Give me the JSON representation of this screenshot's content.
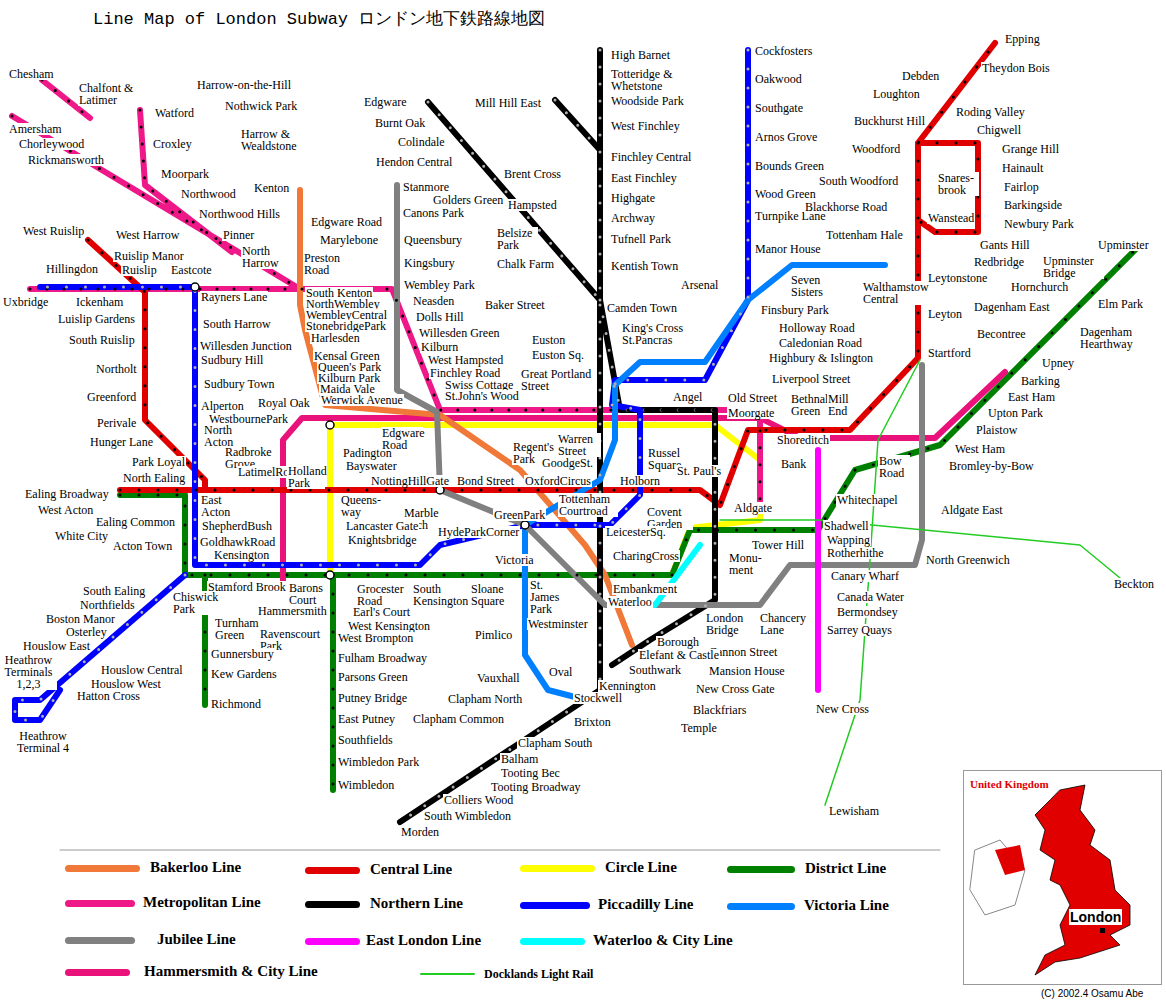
{
  "diagram": {
    "title": "Line Map of London Subway  ロンドン地下鉄路線地図",
    "nodes": [
      {
        "text": [
          "United Kingdom",
          "London"
        ]
      }
    ],
    "labels": [
      "Chesham",
      "Chalfont & Latimer",
      "Watford",
      "Harrow-on-the-Hill",
      "Nothwick Park",
      "Amersham",
      "Chorleywood",
      "Rickmansworth",
      "Croxley",
      "Harrow & Wealdstone",
      "Moorpark",
      "Kenton",
      "Northwood",
      "Northwood Hills",
      "Pinner",
      "North Harrow",
      "West Ruislip",
      "West Harrow",
      "Ruislip Manor",
      "Ruislip",
      "Eastcote",
      "Hillingdon",
      "Uxbridge",
      "Ickenham",
      "Rayners Lane",
      "Luislip Gardens",
      "South Ruislip",
      "Northolt",
      "Greenford",
      "Perivale",
      "Hunger Lane",
      "Park Loyal",
      "North Ealing",
      "Ealing Broadway",
      "West Acton",
      "Ealing Common",
      "White City",
      "Acton Town",
      "South Harrow",
      "Willesden Junction",
      "Sudbury Hill",
      "Sudbury Town",
      "Alperton",
      "Royal Oak",
      "WestbournePark",
      "North Acton",
      "Radbroke Grove",
      "LatimelRoad",
      "Holland Park",
      "East Acton",
      "ShepherdBush",
      "GoldhawkRoad",
      "Kensington",
      "Edgware Road",
      "Marylebone",
      "Preston Road",
      "South Kenton",
      "NorthWembley",
      "WembleyCentral",
      "StonebridgePark",
      "Harlesden",
      "Kensal Green",
      "Queen's Park",
      "Kilburn Park",
      "Maida Vale",
      "Werwick Avenue",
      "Edgware",
      "Burnt Oak",
      "Colindale",
      "Hendon Central",
      "Stanmore",
      "Canons Park",
      "Golders Green",
      "Brent Cross",
      "Hampsted",
      "Queensbury",
      "Kingsbury",
      "Belsize Park",
      "Chalk Farm",
      "Wembley Park",
      "Neasden",
      "Dolls Hill",
      "Willesden Green",
      "Baker Street",
      "Kilburn",
      "West Hampsted",
      "Finchley Road",
      "Swiss Cottage",
      "St.John's Wood",
      "Mill Hill East",
      "High Barnet",
      "Totteridge & Whetstone",
      "Woodside Park",
      "West Finchley",
      "Finchley Central",
      "East Finchley",
      "Highgate",
      "Archway",
      "Tufnell Park",
      "Kentish Town",
      "Camden Town",
      "Euston",
      "Euston Sq.",
      "Great Portland Street",
      "King's Cross St.Pancras",
      "Arsenal",
      "Cockfosters",
      "Oakwood",
      "Southgate",
      "Arnos Grove",
      "Bounds Green",
      "Wood Green",
      "Turnpike Lane",
      "Manor House",
      "Seven Sisters",
      "Finsbury Park",
      "Tottenham Hale",
      "Walthamstow Central",
      "Holloway Road",
      "Caledonian Road",
      "Highbury & Islington",
      "Epping",
      "Theydon Bois",
      "Debden",
      "Loughton",
      "Roding Valley",
      "Chigwell",
      "Buckhurst Hill",
      "Grange Hill",
      "Woodford",
      "Hainault",
      "South Woodford",
      "Snares-brook",
      "Fairlop",
      "Barkingside",
      "Blackhorse Road",
      "Newbury Park",
      "Wanstead",
      "Gants Hill",
      "Redbridge",
      "Leytonstone",
      "Upminster",
      "Upminster Bridge",
      "Hornchurch",
      "Elm Park",
      "Dagenham East",
      "Leyton",
      "Becontree",
      "Dagenham Hearthway",
      "Startford",
      "Upney",
      "Barking",
      "East Ham",
      "Upton Park",
      "Plaistow",
      "West Ham",
      "Bromley-by-Bow",
      "Bow Road",
      "Liverpool Street",
      "Old Street",
      "Moorgate",
      "Bethnal Green",
      "Mill End",
      "Shoreditch",
      "Angel",
      "Bank",
      "Whitechapel",
      "Aldgate",
      "Aldgate East",
      "Shadwell",
      "Wapping",
      "Rotherhithe",
      "Tower Hill",
      "Monu-ment",
      "Canary Wharf",
      "North Greenwich",
      "Canada Water",
      "Bermondsey",
      "Chancery Lane",
      "Sarrey Quays",
      "London Bridge",
      "Cannon Street",
      "Mansion House",
      "New Cross Gate",
      "New Cross",
      "Blackfriars",
      "Temple",
      "Beckton",
      "Lewisham",
      "Regent's Park",
      "Warren Street",
      "GoodgeSt.",
      "Russel Square",
      "St. Paul's",
      "Bond Street",
      "OxfordCircus",
      "Holborn",
      "Tottenham Courtroad",
      "Covent Garden",
      "GreenPark",
      "HydeParkCorner",
      "LeicesterSq.",
      "Victoria",
      "CharingCross",
      "Embankment",
      "Waterloo",
      "Borough",
      "Elefant & Castle",
      "Southwark",
      "Kennington",
      "Oval",
      "Stockwell",
      "Vauxhall",
      "Pimlico",
      "St. James Park",
      "Westminster",
      "Sloane Square",
      "South Kensington",
      "Grocester Road",
      "Earl's Court",
      "West Kensington",
      "West Brompton",
      "Fulham Broadway",
      "Parsons Green",
      "Putney Bridge",
      "East Putney",
      "Clapham Common",
      "Southfields",
      "Wimbledon Park",
      "Wimbledon",
      "Clapham North",
      "Brixton",
      "Clapham South",
      "Balham",
      "Tooting Bec",
      "Tooting Broadway",
      "Colliers Wood",
      "South Wimbledon",
      "Morden",
      "Padington",
      "Bayswater",
      "NottingHillGate",
      "Queens-way",
      "Marble Arch",
      "Lancaster Gate",
      "Knightsbridge",
      "Edgware Road",
      "Stamford Brook",
      "Barons Court",
      "Hammersmith",
      "Chiswick Park",
      "Turnham Green",
      "Ravenscourt Park",
      "Gunnersbury",
      "Kew Gardens",
      "Richmond",
      "South Ealing",
      "Northfields",
      "Boston Manor",
      "Osterley",
      "Houslow East",
      "Heathrow Terminals 1,2,3",
      "Houslow Central",
      "Houslow West",
      "Hatton Cross",
      "Heathrow Terminal 4",
      "(C) 2002.4  Osamu Abe"
    ],
    "legend": [
      {
        "text": "Bakerloo Line",
        "color": "#f07838"
      },
      {
        "text": "Central Line",
        "color": "#e00000"
      },
      {
        "text": "Circle Line",
        "color": "#ffff00"
      },
      {
        "text": "District Line",
        "color": "#008000"
      },
      {
        "text": "Metropolitan Line",
        "color": "#ee1889"
      },
      {
        "text": "Northern Line",
        "color": "#000000"
      },
      {
        "text": "Piccadilly Line",
        "color": "#0000ff"
      },
      {
        "text": "Victoria Line",
        "color": "#0080ff"
      },
      {
        "text": "Jubilee Line",
        "color": "#808080"
      },
      {
        "text": "East London Line",
        "color": "#ff00ff"
      },
      {
        "text": "Waterloo & City Line",
        "color": "#00ffff"
      },
      {
        "text": "Hammersmith & City Line",
        "color": "#e8127a"
      },
      {
        "text": "Docklands Light Rail",
        "color": "#22cc22"
      }
    ]
  }
}
